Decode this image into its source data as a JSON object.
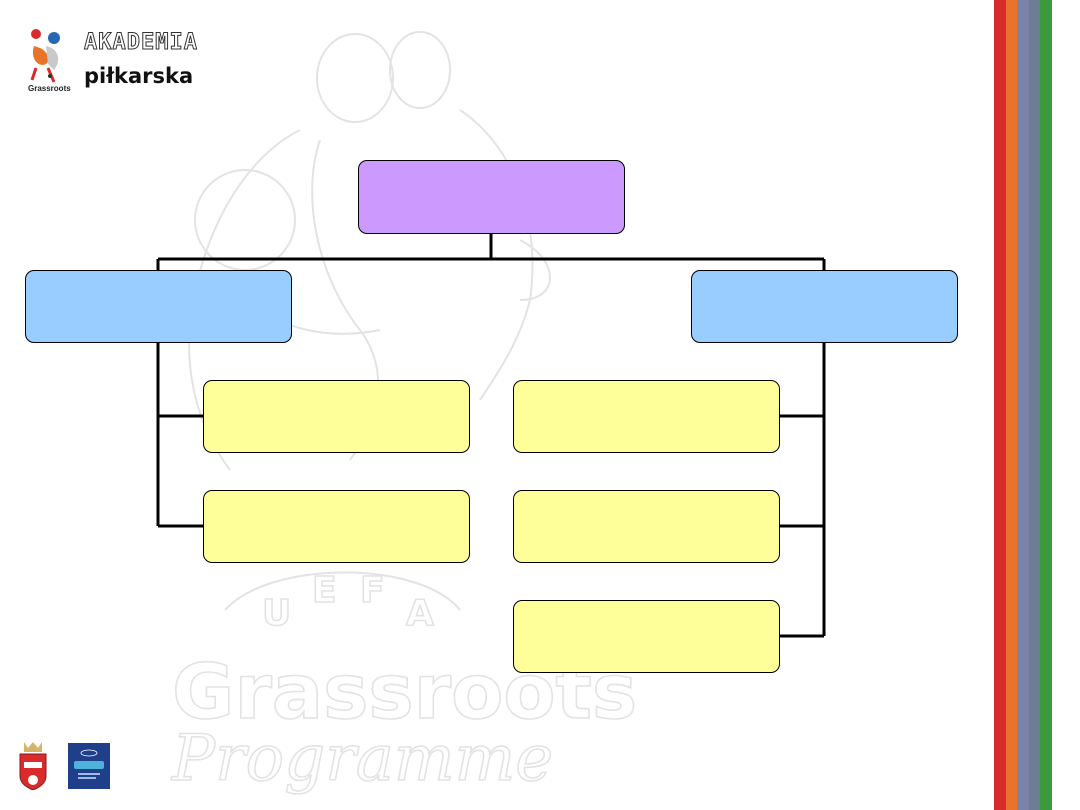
{
  "logo": {
    "title": "AKADEMIA",
    "subtitle": "piłkarska",
    "small_text": "Grassroots"
  },
  "watermark": {
    "letters": [
      "U",
      "E",
      "F",
      "A"
    ],
    "word1": "Grassroots",
    "word2": "Programme"
  },
  "colors": {
    "root": "#cc99ff",
    "branch": "#99ccff",
    "leaf": "#ffff99",
    "stripes": [
      "#d92b2b",
      "#e8742a",
      "#7b84a8",
      "#6d7d96",
      "#3b9a3b"
    ]
  },
  "org_chart": {
    "root": "",
    "left_branch": "",
    "right_branch": "",
    "left_children": [
      "",
      ""
    ],
    "right_children": [
      "",
      "",
      ""
    ]
  }
}
